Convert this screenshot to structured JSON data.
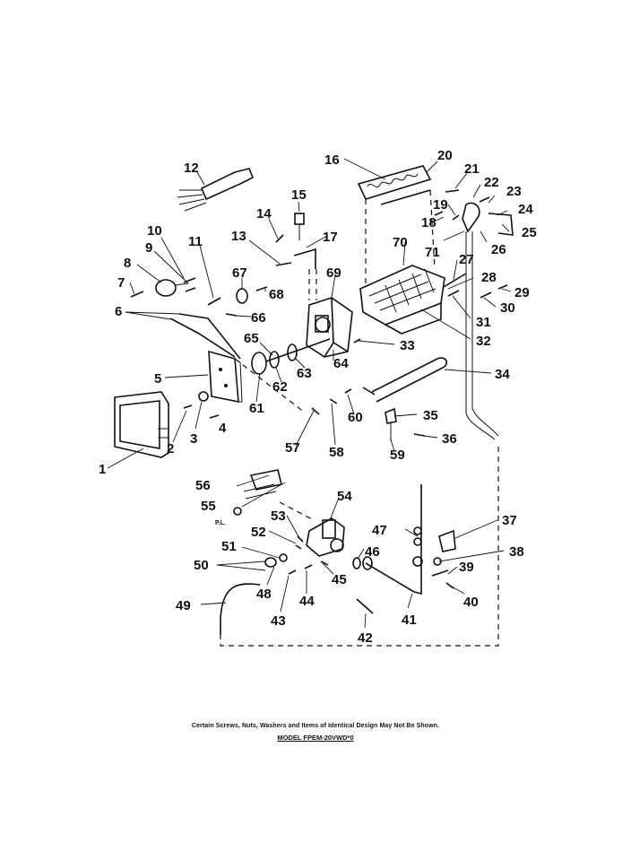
{
  "footnote": "Certain Screws, Nuts, Washers and Items of Identical Design May Not Be Shown.",
  "model": "MODEL FPEM-20VWD*0",
  "part_labels": [
    "1",
    "2",
    "3",
    "4",
    "5",
    "6",
    "7",
    "8",
    "9",
    "10",
    "11",
    "12",
    "13",
    "14",
    "15",
    "16",
    "17",
    "20",
    "19",
    "21",
    "22",
    "23",
    "24",
    "25",
    "26",
    "18",
    "71",
    "70",
    "27",
    "28",
    "29",
    "30",
    "31",
    "32",
    "33",
    "34",
    "35",
    "36",
    "59",
    "60",
    "58",
    "57",
    "61",
    "62",
    "63",
    "64",
    "65",
    "66",
    "67",
    "68",
    "69",
    "37",
    "38",
    "39",
    "40",
    "41",
    "42",
    "43",
    "44",
    "45",
    "46",
    "47",
    "48",
    "49",
    "50",
    "51",
    "52",
    "53",
    "54",
    "55",
    "56"
  ],
  "pl_label": "P.L."
}
